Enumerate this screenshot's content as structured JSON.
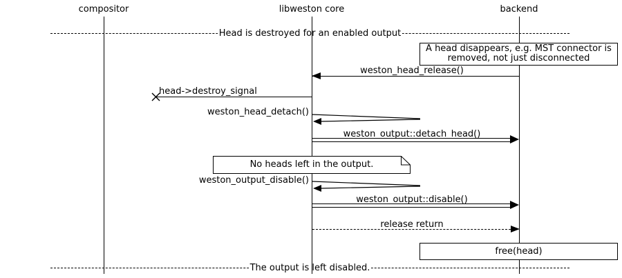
{
  "diagram": {
    "title": "Head is destroyed for an enabled output sequence diagram",
    "colors": {
      "line": "#000000",
      "background": "#ffffff"
    },
    "participants": [
      {
        "name": "compositor"
      },
      {
        "name": "libweston core"
      },
      {
        "name": "backend"
      }
    ],
    "dividers": {
      "top": "Head is destroyed for an enabled output",
      "bottom": "The output is left disabled."
    },
    "notes": {
      "head_disappears_line1": "A head disappears, e.g. MST connector is",
      "head_disappears_line2": "removed, not just disconnected",
      "no_heads": "No heads left in the output.",
      "free_head": "free(head)"
    },
    "messages": {
      "head_release": "weston_head_release()",
      "destroy_signal": "head->destroy_signal",
      "head_detach": "weston_head_detach()",
      "detach_head": "weston_output::detach_head()",
      "output_disable": "weston_output_disable()",
      "disable": "weston_output::disable()",
      "release_return": "release return"
    }
  }
}
